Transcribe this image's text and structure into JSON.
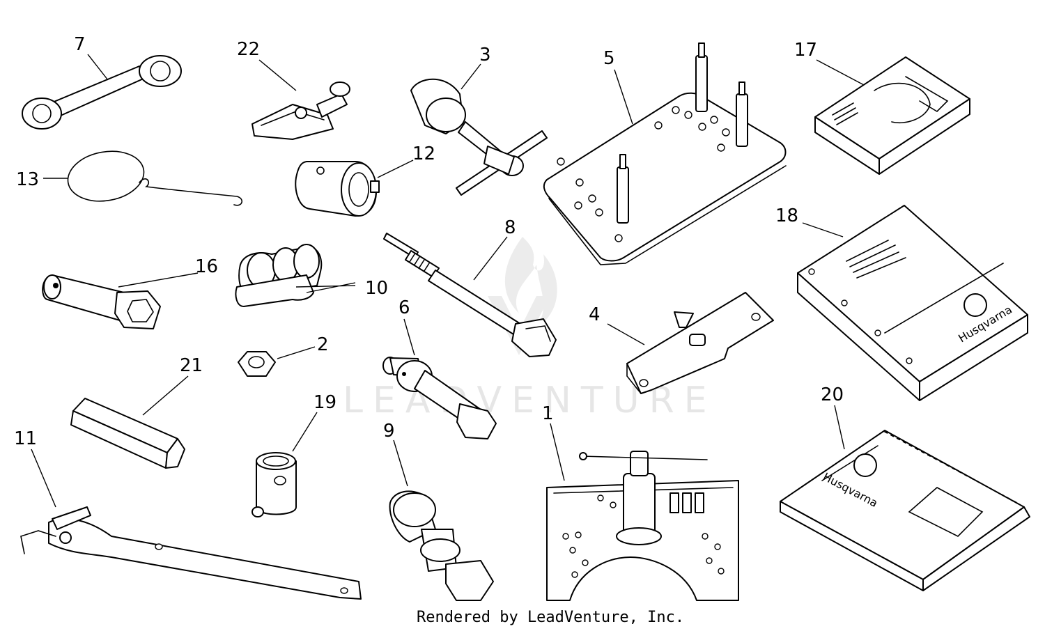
{
  "callouts": {
    "c1": "1",
    "c2": "2",
    "c3": "3",
    "c4": "4",
    "c5": "5",
    "c6": "6",
    "c7": "7",
    "c8": "8",
    "c9": "9",
    "c10": "10",
    "c11": "11",
    "c12": "12",
    "c13": "13",
    "c16": "16",
    "c17": "17",
    "c18": "18",
    "c19": "19",
    "c20": "20",
    "c21": "21",
    "c22": "22"
  },
  "manual_brand": "Husqvarna",
  "watermark": "LEADVENTURE",
  "credit": "Rendered by LeadVenture, Inc.",
  "colors": {
    "line": "#000000",
    "watermark": "#e6e6e6",
    "background": "#ffffff"
  }
}
